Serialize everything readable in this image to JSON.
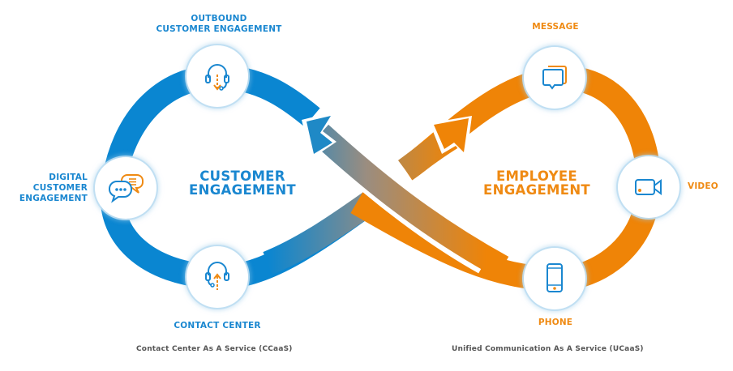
{
  "colors": {
    "blue": "#0a86d1",
    "orange": "#ef8407",
    "label_blue": "#1a87d0",
    "label_orange": "#ef8a13",
    "footer_gray": "#555555"
  },
  "left": {
    "title_line1": "CUSTOMER",
    "title_line2": "ENGAGEMENT",
    "nodes": {
      "outbound": {
        "label_line1": "OUTBOUND",
        "label_line2": "CUSTOMER ENGAGEMENT",
        "icon": "headset-down-arrow-icon"
      },
      "digital": {
        "label_line1": "DIGITAL",
        "label_line2": "CUSTOMER",
        "label_line3": "ENGAGEMENT",
        "icon": "chat-bubbles-icon"
      },
      "contact_center": {
        "label": "CONTACT CENTER",
        "icon": "headset-up-arrow-icon"
      }
    },
    "footer": "Contact Center As A Service (CCaaS)"
  },
  "right": {
    "title_line1": "EMPLOYEE",
    "title_line2": "ENGAGEMENT",
    "nodes": {
      "message": {
        "label": "MESSAGE",
        "icon": "message-icon"
      },
      "video": {
        "label": "VIDEO",
        "icon": "video-camera-icon"
      },
      "phone": {
        "label": "PHONE",
        "icon": "mobile-phone-icon"
      }
    },
    "footer": "Unified Communication As A Service (UCaaS)"
  }
}
